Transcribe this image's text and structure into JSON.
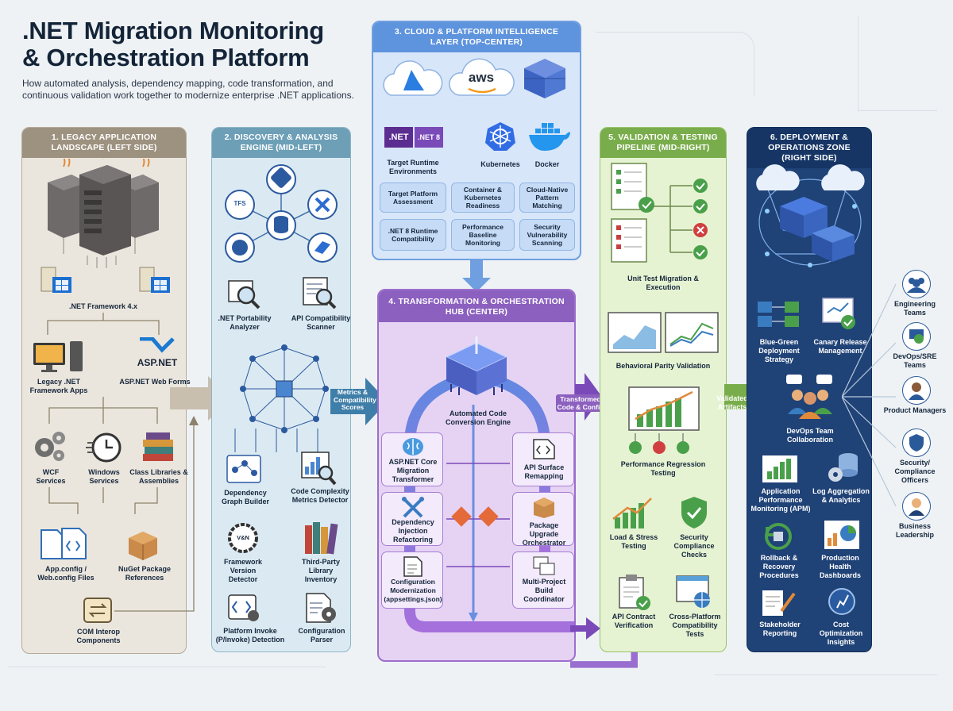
{
  "header": {
    "title_line1": ".NET Migration Monitoring",
    "title_line2": "& Orchestration Platform",
    "subtitle": "How automated analysis, dependency mapping, code transformation, and continuous validation work together to modernize enterprise .NET applications."
  },
  "panel1": {
    "title": "1. Legacy Application Landscape (Left Side)",
    "items": {
      "framework": ".NET Framework 4.x",
      "legacy_apps": "Legacy .NET Framework Apps",
      "aspnet_logo": "ASP.NET",
      "webforms": "ASP.NET Web Forms",
      "wcf": "WCF Services",
      "windows_services": "Windows Services",
      "class_libraries": "Class Libraries & Assemblies",
      "config_files": "App.config / Web.config Files",
      "nuget": "NuGet Package References",
      "com_interop": "COM Interop Components"
    }
  },
  "panel2": {
    "title": "2. Discovery & Analysis Engine (Mid-Left)",
    "items": {
      "tfs": "TFS",
      "portability": ".NET Portability Analyzer",
      "api_compat": "API Compatibility Scanner",
      "dep_graph": "Dependency Graph Builder",
      "complexity": "Code Complexity Metrics Detector",
      "version_detector": "Framework Version Detector",
      "version_badge": "V&N",
      "third_party": "Third-Party Library Inventory",
      "pinvoke": "Platform Invoke (P/Invoke) Detection",
      "config_parser": "Configuration Parser"
    }
  },
  "panel3": {
    "title": "3. Cloud & Platform Intelligence Layer (Top-Center)",
    "logos": {
      "aws": "aws",
      "net": ".NET",
      "net8": ".NET 8"
    },
    "runtime": "Target Runtime Environments",
    "kubernetes": "Kubernetes",
    "docker": "Docker",
    "boxes": [
      "Target Platform Assessment",
      "Container & Kubernetes Readiness",
      "Cloud-Native Pattern Matching",
      ".NET 8 Runtime Compatibility",
      "Performance Baseline Monitoring",
      "Security Vulnerability Scanning"
    ]
  },
  "panel4": {
    "title": "4. Transformation & Orchestration Hub (Center)",
    "engine": "Automated Code Conversion Engine",
    "modules": {
      "aspnet_core": "ASP.NET Core Migration Transformer",
      "api_surface": "API Surface Remapping",
      "di": "Dependency Injection Refactoring",
      "package_upgrade": "Package Upgrade Orchestrator",
      "config_mod": "Configuration Modernization (appsettings.json)",
      "multi_project": "Multi-Project Build Coordinator"
    }
  },
  "panel5": {
    "title": "5. Validation & Testing Pipeline (Mid-Right)",
    "items": {
      "unit_test": "Unit Test Migration & Execution",
      "parity": "Behavioral Parity Validation",
      "perf_regression": "Performance Regression Testing",
      "load": "Load & Stress Testing",
      "security": "Security Compliance Checks",
      "api_contract": "API Contract Verification",
      "cross_platform": "Cross-Platform Compatibility Tests"
    }
  },
  "panel6": {
    "title": "6. Deployment & Operations Zone (Right Side)",
    "items": {
      "blue_green": "Blue-Green Deployment Strategy",
      "canary": "Canary Release Management",
      "devops": "DevOps Team Collaboration",
      "apm": "Application Performance Monitoring (APM)",
      "logs": "Log Aggregation & Analytics",
      "rollback": "Rollback & Recovery Procedures",
      "prod_health": "Production Health Dashboards",
      "stakeholder": "Stakeholder Reporting",
      "cost": "Cost Optimization Insights"
    }
  },
  "flows": {
    "metrics": "Metrics & Compatibility Scores",
    "transformed": "Transformed Code & Config",
    "validated": "Validated Artifacts"
  },
  "roles": [
    "Engineering Teams",
    "DevOps/SRE Teams",
    "Product Managers",
    "Security/ Compliance Officers",
    "Business Leadership"
  ],
  "colors": {
    "legacy": "#9d917f",
    "discovery": "#6d9fb7",
    "cloud": "#5e93dd",
    "transform": "#8c60bf",
    "validation": "#79ad4c",
    "deploy": "#163565"
  }
}
